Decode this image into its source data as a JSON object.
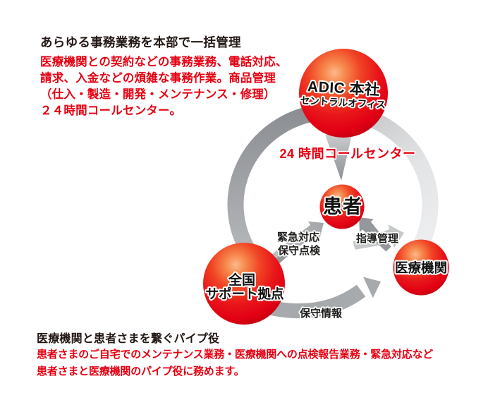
{
  "top_section": {
    "heading": "あらゆる事務業務を本部で一括管理",
    "body_lines": [
      "医療機関との契約などの事務業務、電話対応、",
      "請求、入金などの煩雑な事務作業。商品管理",
      "（仕入・製造・開発・メンテナンス・修理）",
      "２４時間コールセンター。"
    ]
  },
  "diagram": {
    "nodes": {
      "headquarters": {
        "line1": "ADIC 本社",
        "line2": "セントラルオフィス"
      },
      "patient": {
        "label": "患者"
      },
      "medical_institution": {
        "label": "医療機関"
      },
      "support_base": {
        "line1": "全国",
        "line2": "サポート拠点"
      }
    },
    "flow_labels": {
      "call_center": "24 時間コールセンター",
      "emergency_line1": "緊急対応",
      "emergency_line2": "保守点検",
      "guidance": "指導管理",
      "maintenance_info": "保守情報"
    },
    "colors": {
      "sphere_red": "#e60012",
      "accent_red": "#e60012",
      "ring_gray": "#9da0a3",
      "heading_black": "#231815"
    }
  },
  "bottom_section": {
    "heading": "医療機関と患者さまを繋ぐパイプ役",
    "body_lines": [
      "患者さまのご自宅でのメンテナンス業務・医療機関への点検報告業務・緊急対応など",
      "患者さまと医療機関のパイプ役に務めます。"
    ]
  }
}
